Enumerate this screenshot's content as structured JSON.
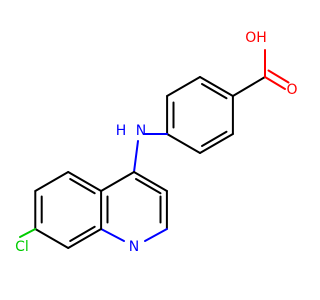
{
  "molecule": {
    "atoms": {
      "hydroxyl": {
        "text": "OH",
        "color": "#ff0000"
      },
      "carbonyl_oxygen": {
        "text": "O",
        "color": "#ff0000"
      },
      "amine": {
        "text": "N",
        "color": "#0000ff"
      },
      "amine_hydrogen": {
        "text": "H",
        "color": "#0000ff"
      },
      "ring_nitrogen": {
        "text": "N",
        "color": "#0000ff"
      },
      "chlorine": {
        "text": "Cl",
        "color": "#00cc00"
      }
    },
    "colors": {
      "bond": "#000000",
      "oxygen": "#ff0000",
      "nitrogen": "#0000ff",
      "chlorine": "#00cc00"
    }
  }
}
